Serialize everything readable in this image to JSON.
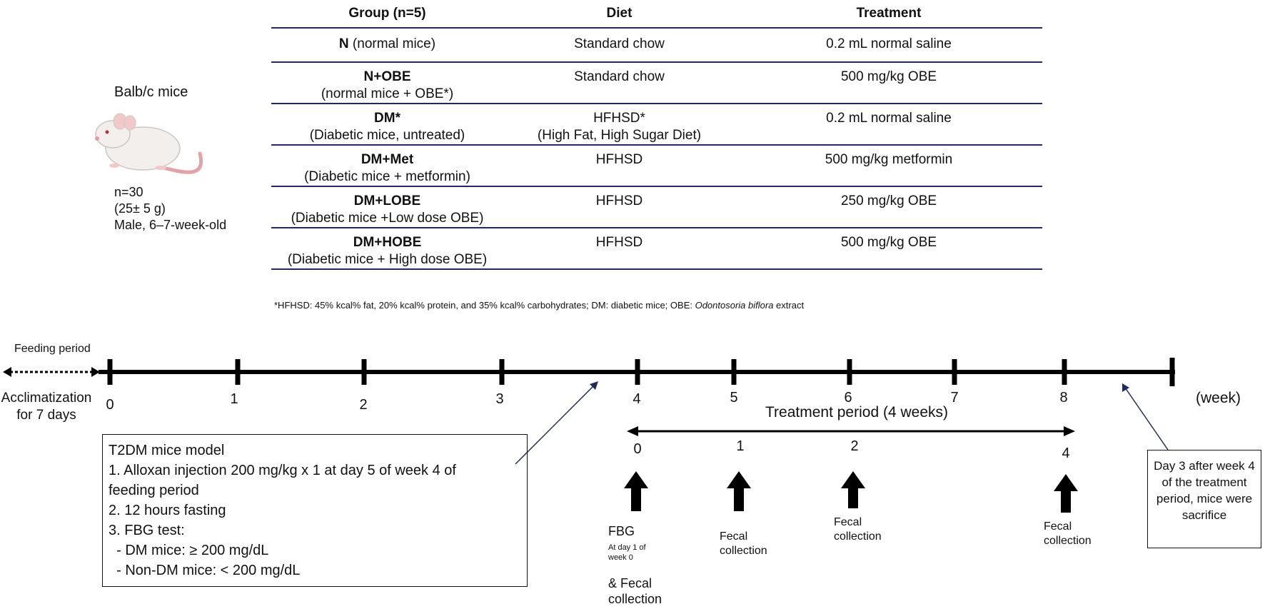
{
  "mouse": {
    "title": "Balb/c mice",
    "count": "n=30",
    "weight": "(25± 5 g)",
    "sex_age": "Male, 6–7-week-old",
    "icon": "mouse-illustration"
  },
  "table": {
    "headers": [
      "Group (n=5)",
      "Diet",
      "Treatment"
    ],
    "rows": [
      {
        "group_bold": "N",
        "group_rest": " (normal mice)",
        "group_sub": "",
        "diet": "Standard chow",
        "diet_sub": "",
        "treatment": "0.2 mL normal saline"
      },
      {
        "group_bold": "N+OBE",
        "group_rest": "",
        "group_sub": "(normal mice + OBE*)",
        "diet": "Standard chow",
        "diet_sub": "",
        "treatment": "500 mg/kg OBE"
      },
      {
        "group_bold": "DM*",
        "group_rest": "",
        "group_sub": "(Diabetic mice, untreated)",
        "diet": "HFHSD*",
        "diet_sub": "(High Fat, High Sugar Diet)",
        "treatment": "0.2 mL normal saline"
      },
      {
        "group_bold": "DM+Met",
        "group_rest": "",
        "group_sub": "(Diabetic mice  + metformin)",
        "diet": "HFHSD",
        "diet_sub": "",
        "treatment": "500 mg/kg metformin"
      },
      {
        "group_bold": "DM+LOBE",
        "group_rest": "",
        "group_sub": "(Diabetic mice +Low dose OBE)",
        "diet": "HFHSD",
        "diet_sub": "",
        "treatment": "250 mg/kg OBE"
      },
      {
        "group_bold": "DM+HOBE",
        "group_rest": "",
        "group_sub": "(Diabetic mice + High dose OBE)",
        "diet": "HFHSD",
        "diet_sub": "",
        "treatment": "500 mg/kg OBE"
      }
    ],
    "footnote_plain": "*HFHSD: 45% kcal% fat, 20% kcal% protein, and 35% kcal% carbohydrates; DM: diabetic mice; OBE: ",
    "footnote_italic": "Odontosoria biflora",
    "footnote_end": " extract"
  },
  "timeline": {
    "feeding_label": "Feeding period",
    "acclimatization": "Acclimatization for 7 days",
    "week_ticks": [
      "0",
      "1",
      "2",
      "3",
      "4",
      "5",
      "6",
      "7",
      "8"
    ],
    "unit": "(week)",
    "treatment_label": "Treatment period (4 weeks)",
    "treatment_weeks": [
      "0",
      "1",
      "2",
      "4"
    ]
  },
  "model_box": {
    "lines": [
      "T2DM mice model",
      "1. Alloxan injection 200 mg/kg x 1 at day 5 of week 4 of",
      "feeding period",
      "2. 12 hours fasting",
      "3. FBG test:",
      "  - DM mice: ≥ 200 mg/dL",
      "  - Non-DM mice: < 200 mg/dL"
    ]
  },
  "sacrifice_box": {
    "text": "Day 3 after week 4 of the treatment period, mice were sacrifice"
  },
  "events": {
    "fbg": "FBG",
    "fbg_note_line1": "At day 1 of",
    "fbg_note_line2": "week 0",
    "fbg_fecal_line1": "& Fecal",
    "fbg_fecal_line2": "collection",
    "fecal_line1": "Fecal",
    "fecal_line2": "collection"
  },
  "colors": {
    "table_rule": "#1f2a5a",
    "pointer_line": "#1f2a5a",
    "mouse_body": "#f3efec",
    "mouse_tail": "#e3a3a6"
  }
}
